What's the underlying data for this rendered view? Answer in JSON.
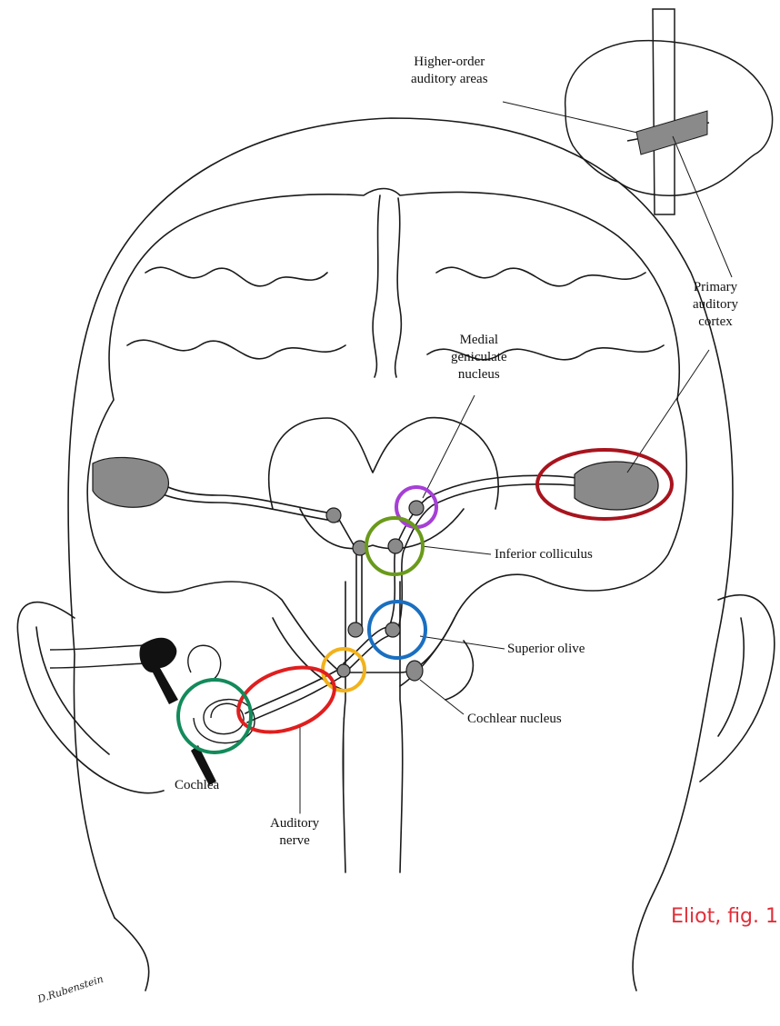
{
  "labels": {
    "higher_order": [
      "Higher-order",
      "auditory areas"
    ],
    "primary": [
      "Primary",
      "auditory",
      "cortex"
    ],
    "medial": [
      "Medial",
      "geniculate",
      "nucleus"
    ],
    "inferior": "Inferior colliculus",
    "superior": "Superior olive",
    "cochlear_nucleus": "Cochlear nucleus",
    "cochlea": "Cochlea",
    "auditory_nerve": [
      "Auditory",
      "nerve"
    ]
  },
  "citation": "Eliot, fig. 1",
  "signature": "D.Rubenstein",
  "highlight_colors": {
    "primary_cortex": "#a8141e",
    "medial_geniculate": "#a63fd6",
    "inferior_colliculus": "#6a9a1a",
    "superior_olive": "#1a6fc0",
    "cochlear_nucleus": "#f2b21c",
    "auditory_nerve": "#e01e1e",
    "cochlea": "#138a5a"
  },
  "ink_color": "#1a1a1a",
  "shade_color": "#8a8a8a"
}
